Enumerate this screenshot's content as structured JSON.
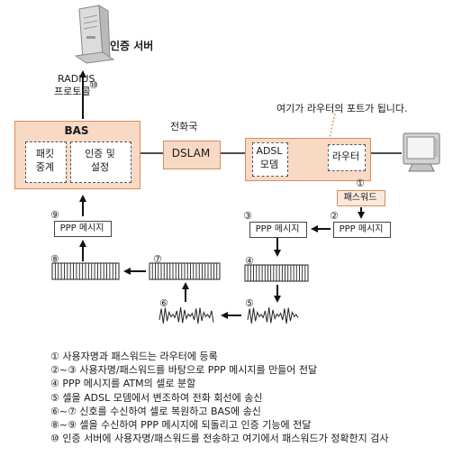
{
  "labels": {
    "auth_server": "인증 서버",
    "radius": "RADIUS",
    "protocol": "프로토콜",
    "step10_mark": "⑩",
    "bas": "BAS",
    "packet_relay_1": "패킷",
    "packet_relay_2": "중계",
    "auth_setup_1": "인증 및",
    "auth_setup_2": "설정",
    "exchange": "전화국",
    "dslam": "DSLAM",
    "router_note": "여기가 라우터의 포트가 됩니다.",
    "adsl_modem_1": "ADSL",
    "adsl_modem_2": "모뎀",
    "router": "라우터",
    "step1_mark": "①",
    "password": "패스워드",
    "step2_mark": "②",
    "step3_mark": "③",
    "step4_mark": "④",
    "step5_mark": "⑤",
    "step6_mark": "⑥",
    "step7_mark": "⑦",
    "step8_mark": "⑧",
    "step9_mark": "⑨",
    "ppp_msg": "PPP 메시지"
  },
  "steps": [
    "① 사용자명과 패스워드는 라우터에 등록",
    "②~③ 사용자명/패스워드를 바탕으로 PPP 메시지를 만들어 전달",
    "④ PPP 메시지를 ATM의 셀로 분할",
    "⑤ 셀을 ADSL 모뎀에서 변조하여 전화 회선에 송신",
    "⑥~⑦ 신호를 수신하여 셀로 복원하고 BAS에 송신",
    "⑧~⑨ 셀을 수신하여 PPP 메시지에 되돌리고 인증 기능에 전달",
    "⑩ 인증 서버에 사용자명/패스워드를 전송하고 여기에서 패스워드가 정확한지 검사"
  ],
  "colors": {
    "orange_fill": "#f7d9c4",
    "orange_border": "#d98c5f",
    "port_dot": "#d2691e"
  }
}
